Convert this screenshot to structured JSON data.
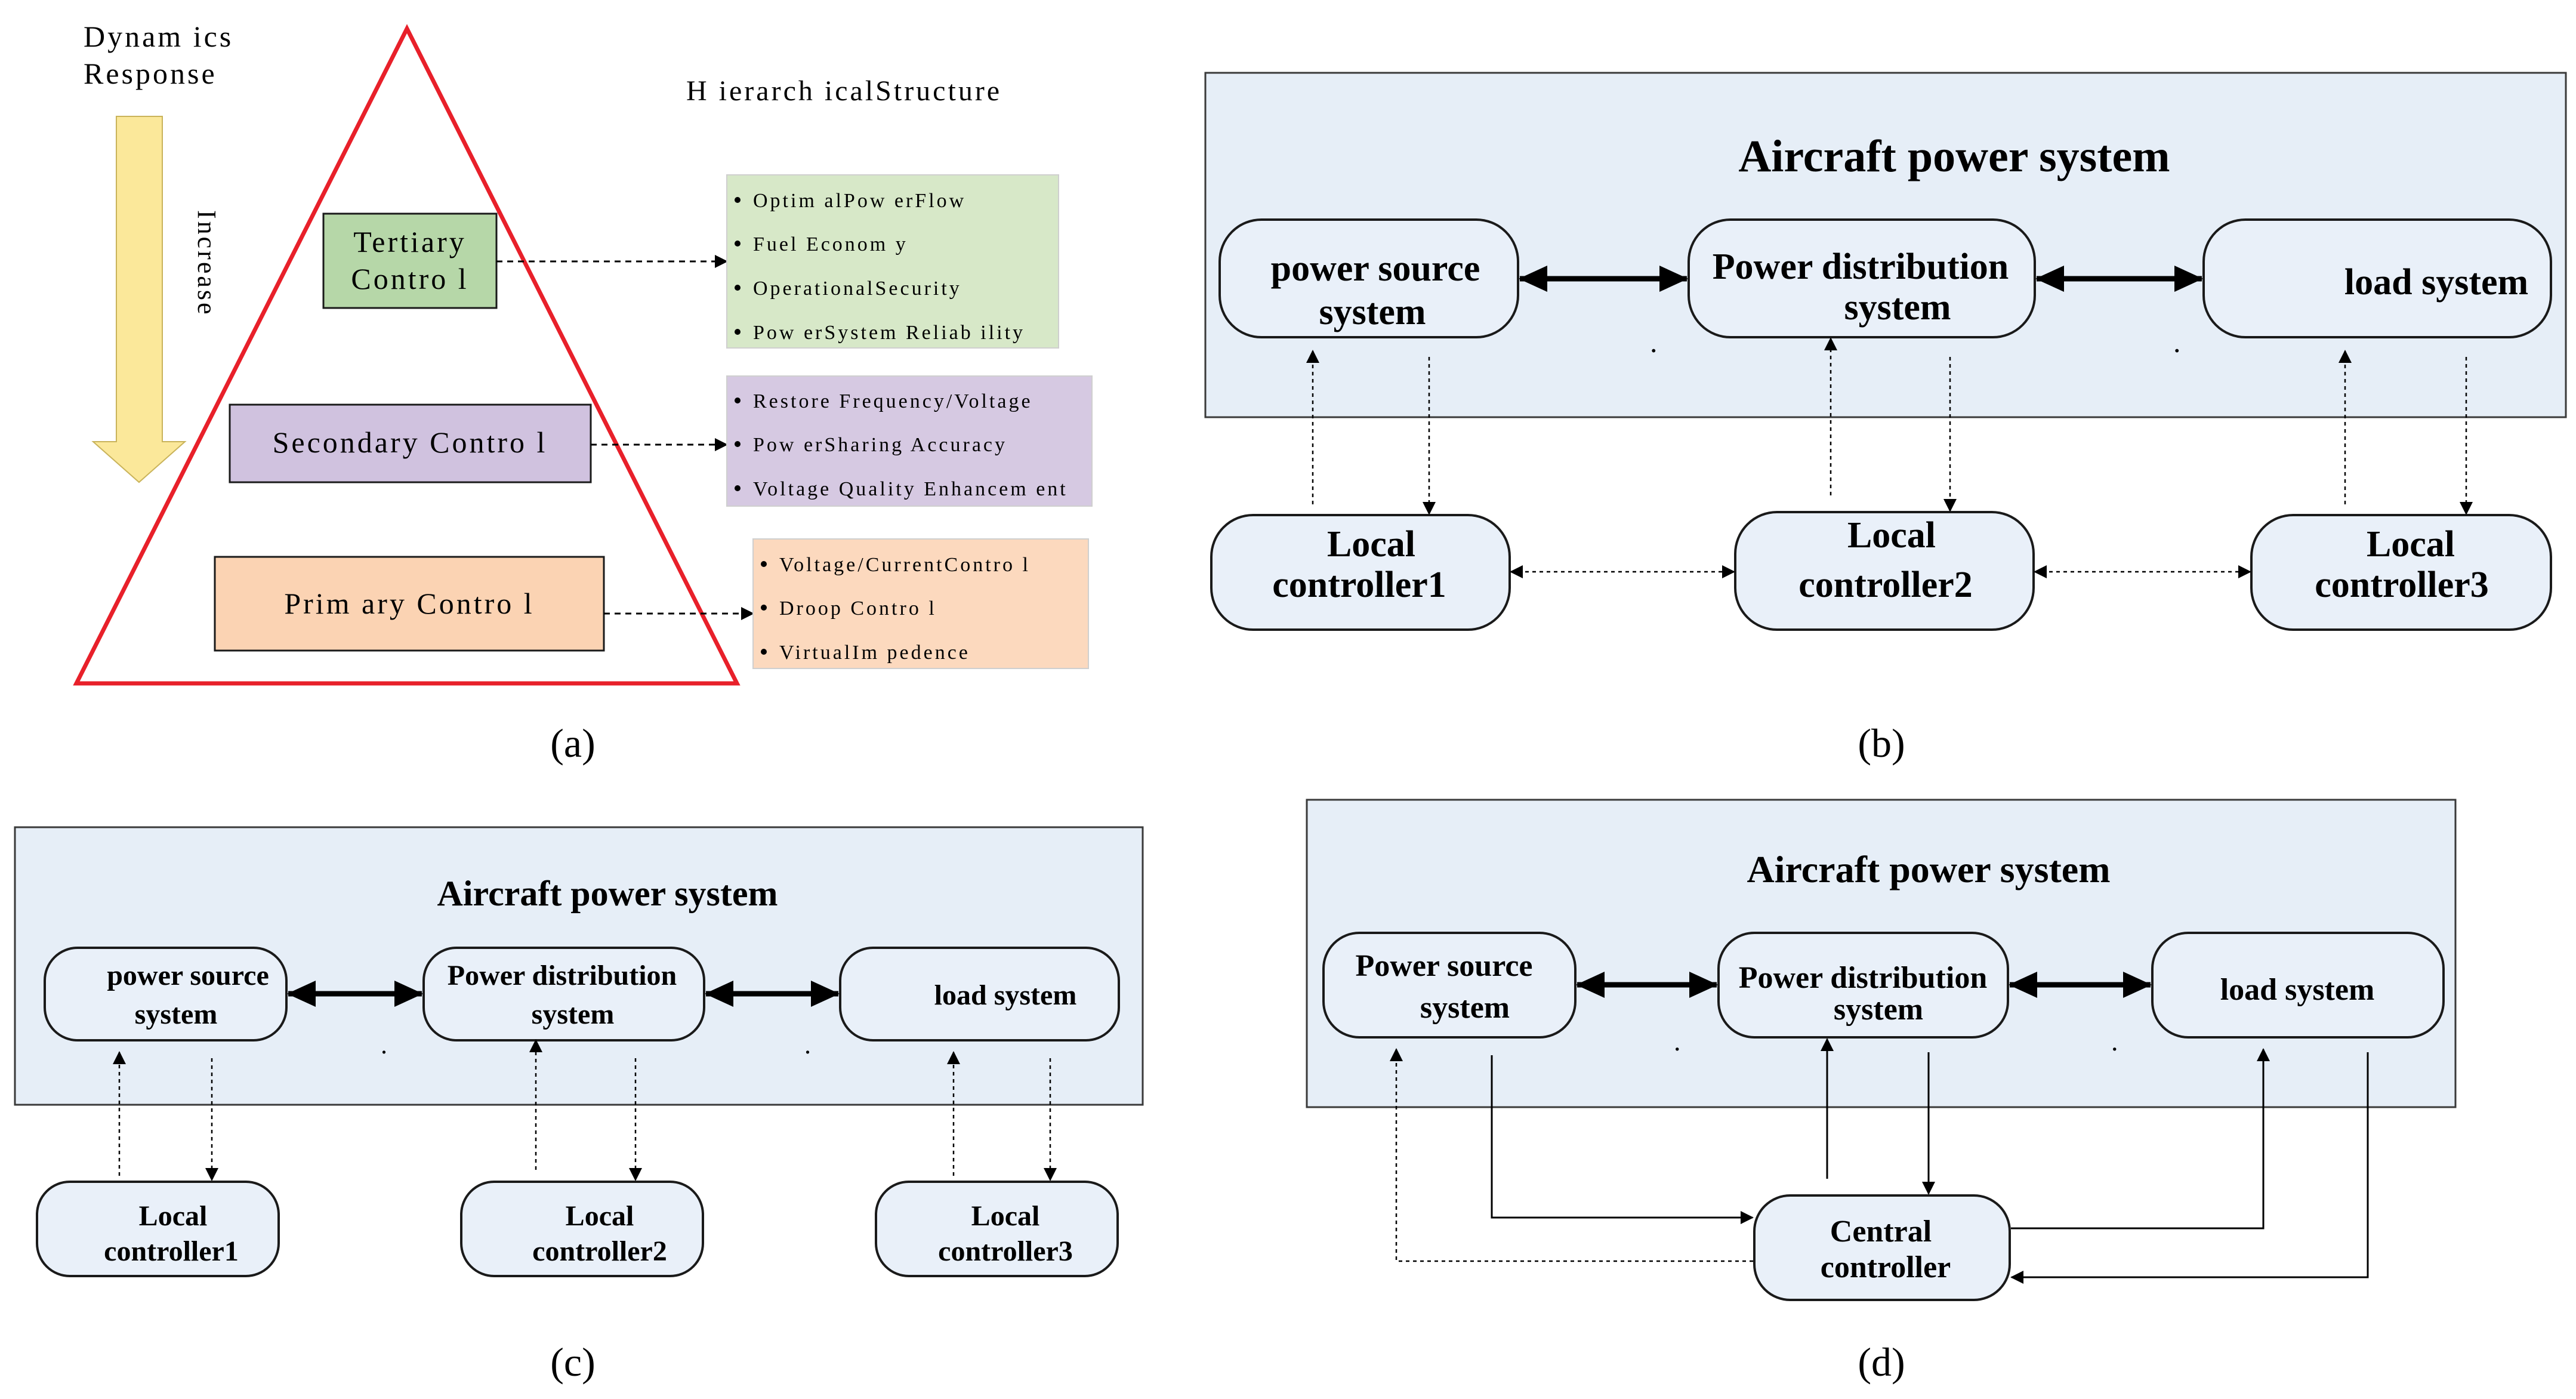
{
  "panel_a": {
    "dynamics_line1": "Dynam ics",
    "dynamics_line2": "Response",
    "increase": "Increase",
    "hierarchical": "H ierarch icalStructure",
    "tertiary_line1": "Tertiary",
    "tertiary_line2": "Contro l",
    "secondary": "Secondary Contro l",
    "primary": "Prim ary Contro l",
    "tertiary_items": [
      "Optim alPow erFlow",
      "Fuel Econom y",
      "OperationalSecurity",
      "Pow erSystem Reliab ility"
    ],
    "secondary_items": [
      "Restore Frequency/Voltage",
      "Pow erSharing Accuracy",
      "Voltage Quality Enhancem ent"
    ],
    "primary_items": [
      "Voltage/CurrentContro l",
      "Droop Contro l",
      "VirtualIm pedence"
    ],
    "caption": "(a)",
    "colors": {
      "triangle": "#e8202a",
      "arrow": "#fbe89a",
      "tertiary": "#b6d7a8",
      "secondary": "#d0c2df",
      "primary": "#fbd3b3",
      "tertiary_list": "#d7e8c8",
      "secondary_list": "#d6c9e2",
      "primary_list": "#fcd9be"
    }
  },
  "panel_b": {
    "title": "Aircraft power system",
    "source_line1": "power source",
    "source_line2": "system",
    "dist_line1": "Power distribution",
    "dist_line2": "system",
    "load": "load system",
    "lc1_line1": "Local",
    "lc1_line2": "controller1",
    "lc2_line1": "Local",
    "lc2_line2": "controller2",
    "lc3_line1": "Local",
    "lc3_line2": "controller3",
    "dot": ".",
    "caption": "(b)"
  },
  "panel_c": {
    "title": "Aircraft power system",
    "source_line1": "power source",
    "source_line2": "system",
    "dist_line1": "Power distribution",
    "dist_line2": "system",
    "load": "load system",
    "lc1_line1": "Local",
    "lc1_line2": "controller1",
    "lc2_line1": "Local",
    "lc2_line2": "controller2",
    "lc3_line1": "Local",
    "lc3_line2": "controller3",
    "dot": ".",
    "caption": "(c)"
  },
  "panel_d": {
    "title": "Aircraft power system",
    "source_line1": "Power source",
    "source_line2": "system",
    "dist_line1": "Power distribution",
    "dist_line2": "system",
    "load": "load system",
    "cc_line1": "Central",
    "cc_line2": "controller",
    "dot": ".",
    "caption": "(d)"
  }
}
